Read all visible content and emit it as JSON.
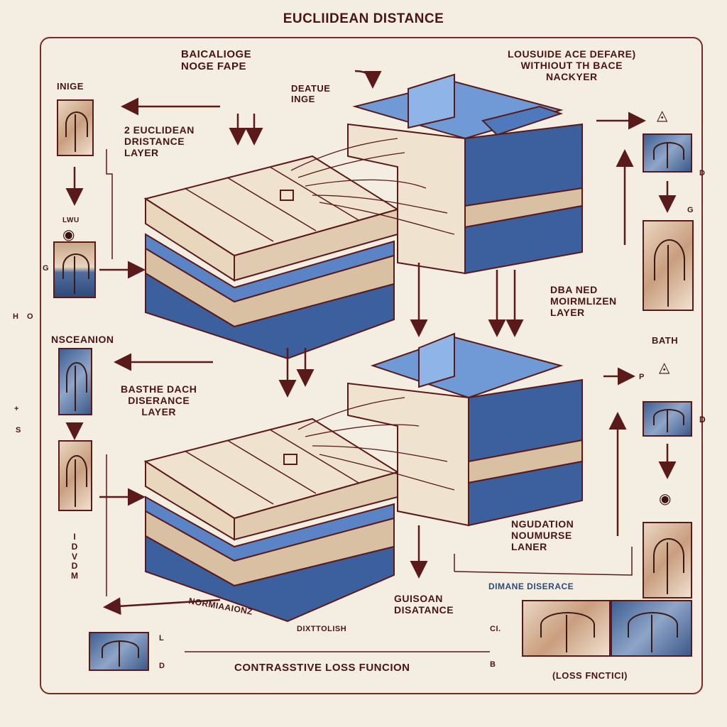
{
  "title": "EUCLIIDEAN DISTANCE",
  "labels": {
    "top_center": "BAICALIOGE\nNOGE FAPE",
    "feature_input": "DEATUE\nINGE",
    "top_right": "LOUSUIDE ACE DEFARE)\nWITHIOUT TH BACE\nNACKYER",
    "left_input": "INIGE",
    "euclid_layer": "2 EUCLIDEAN\nDRISTANCE\nLAYER",
    "normalized_layer": "DBA NED\nMOIRMLIZEN\nLAYER",
    "bath": "BATH",
    "nsceanion": "NSCEANION",
    "basthe": "BASTHE DACH\nDISERANCE\nLAYER",
    "ngudation": "NGUDATION\nNOUMURSE\nLANER",
    "dimane": "DIMANE DISERACE",
    "gusoan": "GUISOAN\nDISATANCE",
    "normalization": "NORMIAAIONZ",
    "dixtolish": "DIXTTOLISH",
    "contrastive": "CONTRASSTIVE LOSS FUNCION",
    "loss_fnc": "(LOSS FNCTICI)",
    "idvdm": "I\nD\nV\nD\nM",
    "lwu": "LWU",
    "side_h": "H",
    "side_o": "O",
    "side_g": "G",
    "side_d1": "D",
    "side_d2": "D",
    "side_g2": "G",
    "side_p": "P",
    "side_s": "S",
    "side_plus": "+",
    "side_ci": "CI.",
    "side_b": "B",
    "side_l": "L",
    "side_d3": "D"
  },
  "colors": {
    "blue": "#3c5f9e",
    "blue_light": "#6f9ad6",
    "tan": "#efe2cf",
    "ink": "#5a1a1a"
  }
}
